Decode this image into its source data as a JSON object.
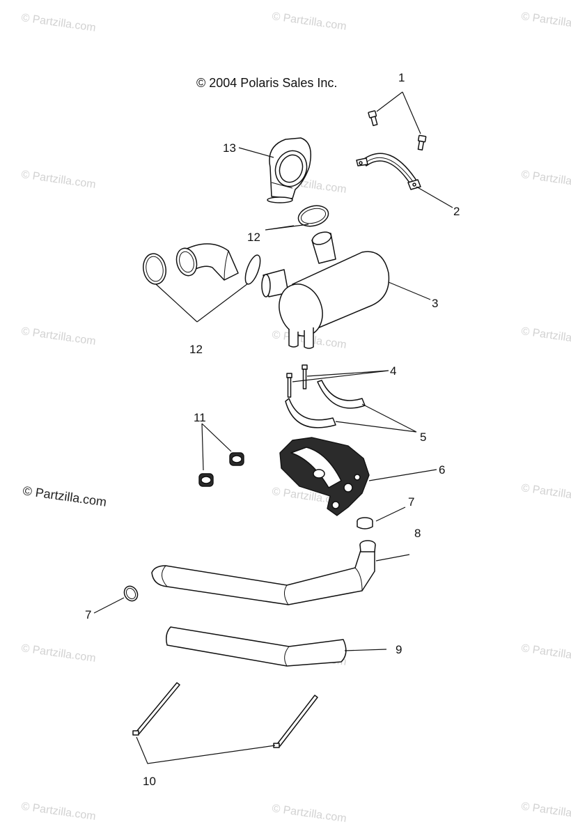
{
  "copyright": "© 2004 Polaris Sales Inc.",
  "watermark_text": "© Partzilla.com",
  "callouts": {
    "c1": "1",
    "c2": "2",
    "c3": "3",
    "c4": "4",
    "c5": "5",
    "c6": "6",
    "c7a": "7",
    "c7b": "7",
    "c8": "8",
    "c9": "9",
    "c10": "10",
    "c11": "11",
    "c12a": "12",
    "c12b": "12",
    "c13": "13"
  }
}
